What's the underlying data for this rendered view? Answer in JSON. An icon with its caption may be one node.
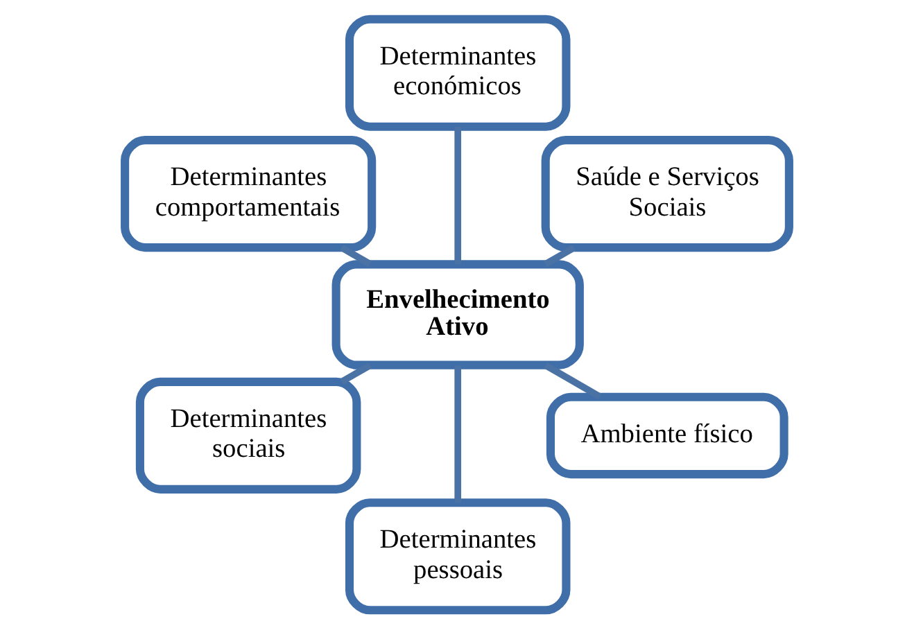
{
  "diagram": {
    "nodes": [
      {
        "text": [
          "Saúde e Serviços Sociais"
        ]
      },
      {
        "text": [
          "Determinantes económicos"
        ]
      },
      {
        "text": [
          "Determinantes comportamentais"
        ]
      },
      {
        "text": [
          "Envelhecimento Ativo"
        ]
      },
      {
        "text": [
          "Determinantes sociais"
        ]
      },
      {
        "text": [
          "Determinantes pessoais"
        ]
      },
      {
        "text": [
          "Ambiente físico"
        ]
      }
    ],
    "edges": [
      {
        "from": 3,
        "to": 0,
        "arrow": "none"
      },
      {
        "from": 3,
        "to": 1,
        "arrow": "none"
      },
      {
        "from": 3,
        "to": 2,
        "arrow": "none"
      },
      {
        "from": 3,
        "to": 4,
        "arrow": "none"
      },
      {
        "from": 3,
        "to": 5,
        "arrow": "none"
      },
      {
        "from": 3,
        "to": 6,
        "arrow": "none"
      }
    ]
  }
}
